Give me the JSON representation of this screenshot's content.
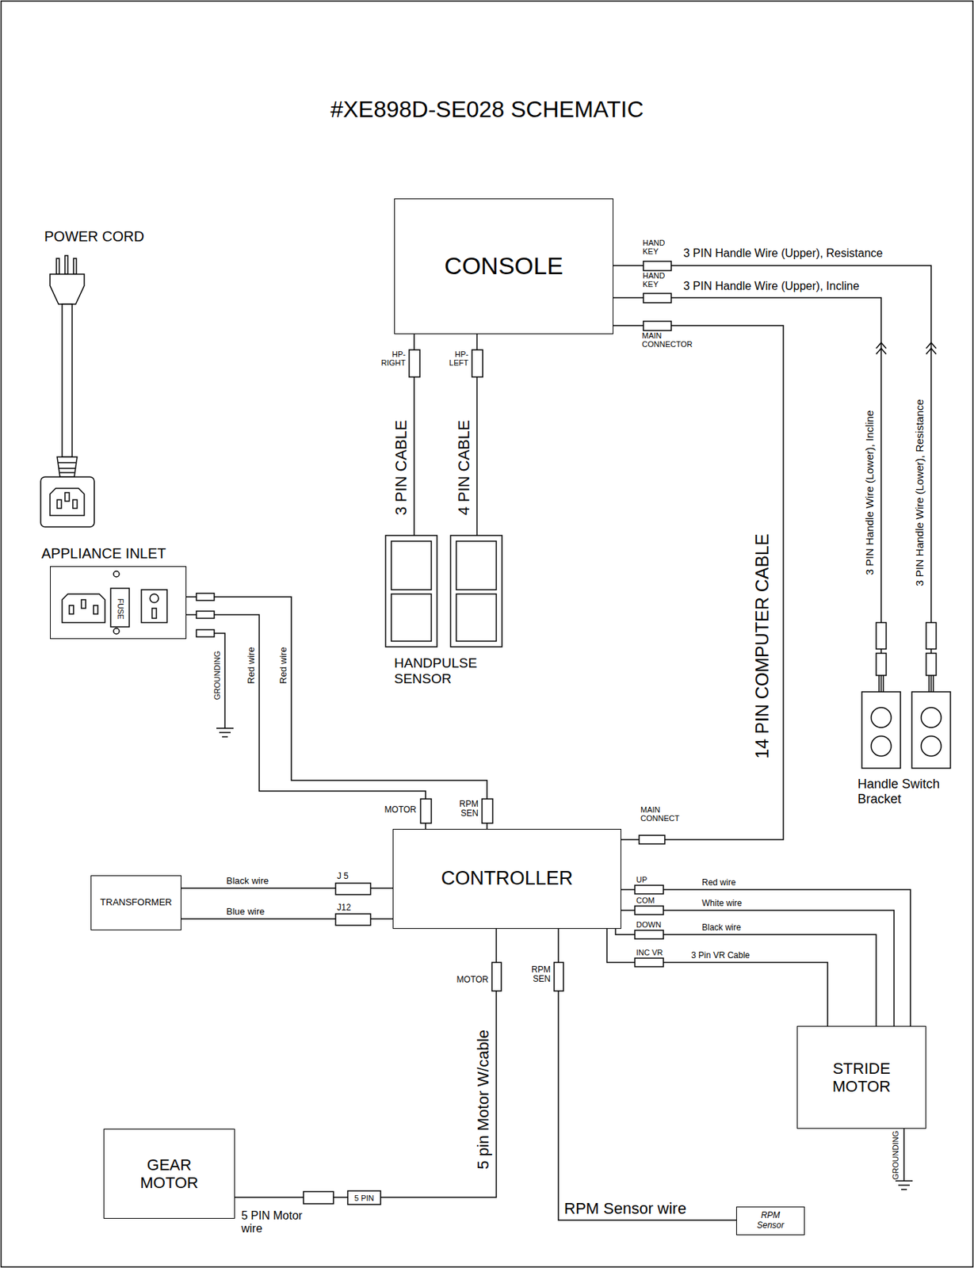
{
  "diagram": {
    "title": "#XE898D-SE028 SCHEMATIC",
    "nodes": [
      {
        "text": [
          "CONSOLE"
        ]
      },
      {
        "text": [
          "APPLIANCE INLET",
          "FUSE"
        ]
      },
      {
        "text": [
          "HANDPULSE SENSOR"
        ]
      },
      {
        "text": [
          "Handle Switch Bracket"
        ]
      },
      {
        "text": [
          "TRANSFORMER"
        ]
      },
      {
        "text": [
          "CONTROLLER"
        ]
      },
      {
        "text": [
          "STRIDE MOTOR"
        ]
      },
      {
        "text": [
          "GEAR MOTOR"
        ]
      },
      {
        "text": [
          "RPM Sensor"
        ]
      }
    ],
    "edges": [
      {
        "from": 0,
        "to": 2,
        "arrow": "none",
        "label": "3 PIN CABLE"
      },
      {
        "from": 0,
        "to": 2,
        "arrow": "none",
        "label": "4 PIN CABLE"
      },
      {
        "from": 0,
        "to": 3,
        "arrow": "none",
        "label": "3 PIN Handle Wire (Upper), Resistance"
      },
      {
        "from": 0,
        "to": 3,
        "arrow": "none",
        "label": "3 PIN Handle Wire (Upper), Incline"
      },
      {
        "from": 0,
        "to": 5,
        "arrow": "none",
        "label": "14 PIN COMPUTER CABLE"
      },
      {
        "from": 1,
        "to": 5,
        "arrow": "none",
        "label": "Red wire"
      },
      {
        "from": 1,
        "to": 5,
        "arrow": "none",
        "label": "Red wire"
      },
      {
        "from": 4,
        "to": 5,
        "arrow": "none",
        "label": "Black wire"
      },
      {
        "from": 4,
        "to": 5,
        "arrow": "none",
        "label": "Blue wire"
      },
      {
        "from": 5,
        "to": 6,
        "arrow": "none",
        "label": "Red wire"
      },
      {
        "from": 5,
        "to": 6,
        "arrow": "none",
        "label": "White wire"
      },
      {
        "from": 5,
        "to": 6,
        "arrow": "none",
        "label": "Black wire"
      },
      {
        "from": 5,
        "to": 6,
        "arrow": "none",
        "label": "3 Pin VR Cable"
      },
      {
        "from": 5,
        "to": 7,
        "arrow": "none",
        "label": "5 pin Motor W/cable"
      },
      {
        "from": 5,
        "to": 8,
        "arrow": "none",
        "label": "RPM Sensor wire"
      }
    ],
    "labels": [
      "POWER CORD",
      "HP-RIGHT",
      "HP-LEFT",
      "HAND KEY",
      "HAND KEY",
      "MAIN CONNECTOR",
      "3 PIN Handle Wire (Lower), Incline",
      "3 PIN Handle Wire (Lower), Resistance",
      "GROUNDING",
      "MOTOR",
      "RPM SEN",
      "MAIN CONNECT",
      "J 5",
      "J12",
      "UP",
      "COM",
      "DOWN",
      "INC VR",
      "MOTOR",
      "RPM SEN",
      "5 PIN",
      "5 PIN Motor wire",
      "GROUNDING"
    ]
  }
}
